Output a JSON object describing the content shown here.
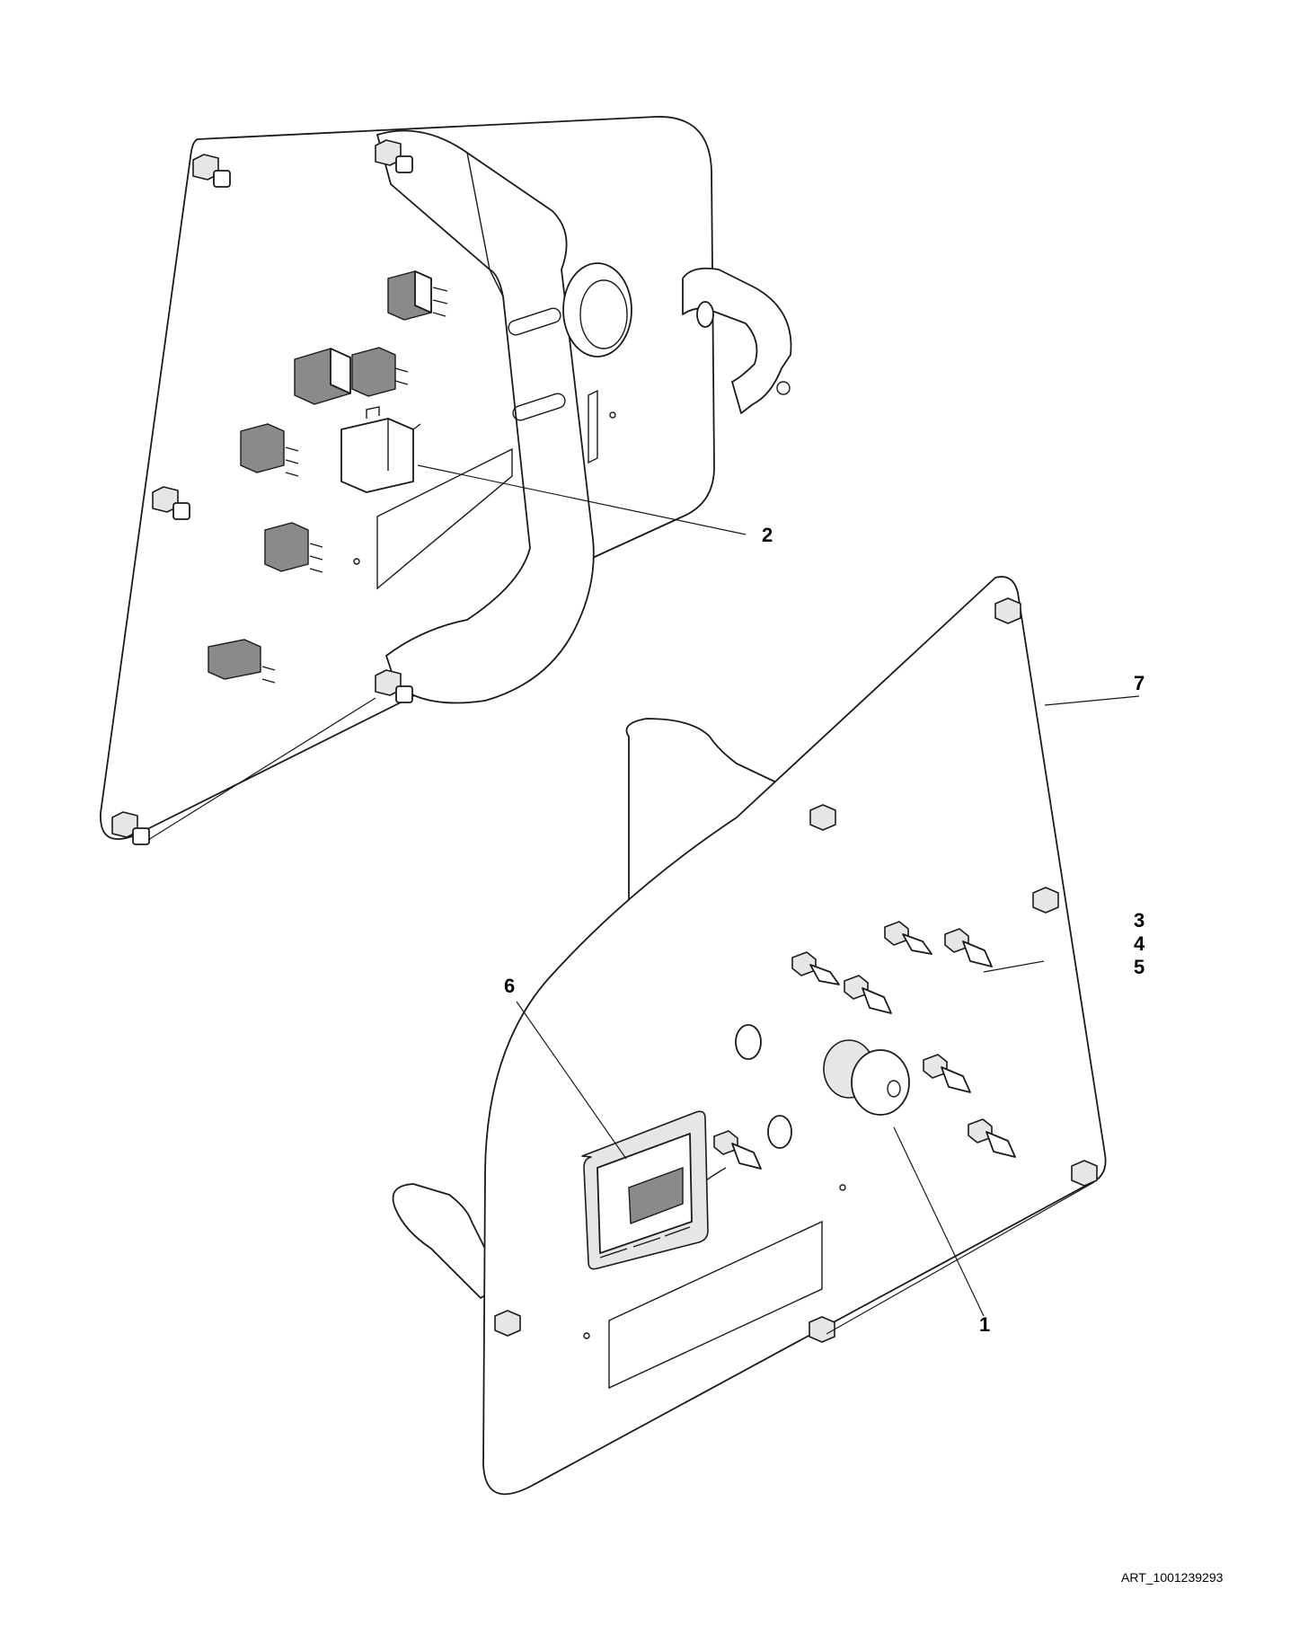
{
  "diagram": {
    "art_reference": "ART_1001239293",
    "callouts": [
      {
        "id": "1",
        "label": "1"
      },
      {
        "id": "2",
        "label": "2"
      },
      {
        "id": "3",
        "label": "3"
      },
      {
        "id": "4",
        "label": "4"
      },
      {
        "id": "5",
        "label": "5"
      },
      {
        "id": "6",
        "label": "6"
      },
      {
        "id": "7",
        "label": "7"
      }
    ]
  }
}
